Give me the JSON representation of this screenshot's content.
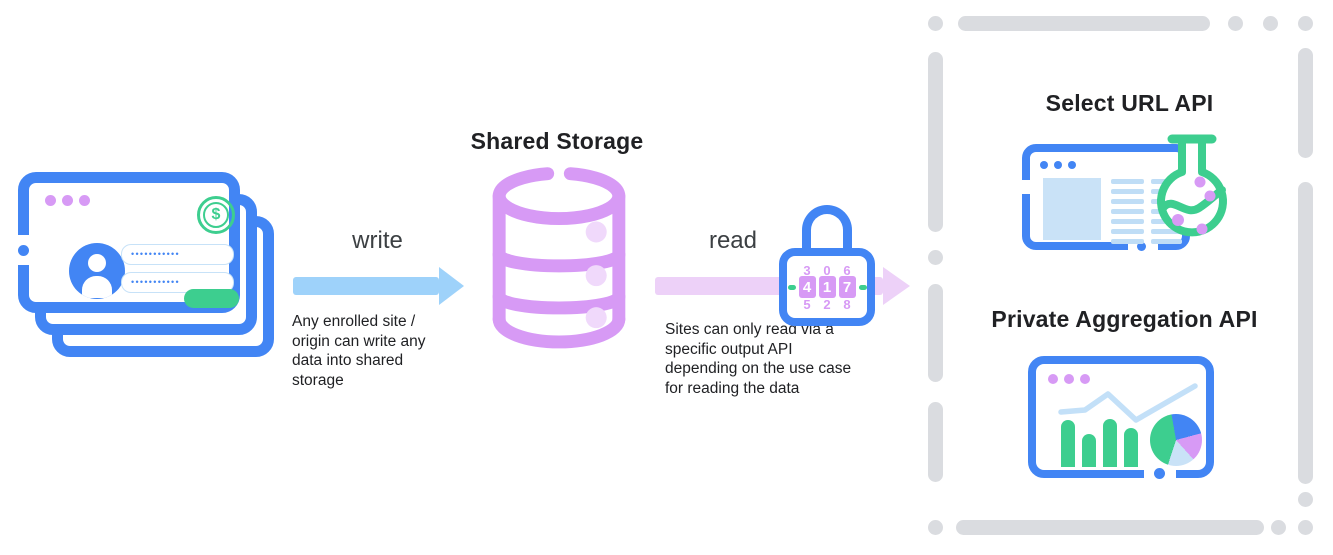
{
  "colors": {
    "blue": "#4285F4",
    "write_arrow_blue": "#9ED2FA",
    "pale_blue_fill": "#C9E2F7",
    "pale_blue_line": "#BFDDF6",
    "chart_line_blue": "#C3E0F8",
    "purple": "#D79AF5",
    "pale_purple_dot": "#F0D9FB",
    "read_arrow_pink": "#EDD1F8",
    "green": "#3DCE8F",
    "dash_gray": "#DADCE0",
    "text_dark": "#202124",
    "text_label": "#3C4043"
  },
  "enrolled_sites": {
    "password_dots": "•••••••••••",
    "dollar_symbol": "$"
  },
  "write_flow": {
    "label": "write",
    "caption_lines": [
      "Any enrolled site /",
      "origin can write any",
      "data into shared",
      "storage"
    ]
  },
  "shared_storage": {
    "title": "Shared Storage"
  },
  "read_flow": {
    "label": "read",
    "lock_code": [
      "4",
      "1",
      "7"
    ],
    "caption_lines": [
      "Sites can only read via a",
      "specific output API",
      "depending on the use case",
      "for reading the data"
    ]
  },
  "output_apis": {
    "select_url_title": "Select URL API",
    "private_aggregation_title": "Private Aggregation API"
  }
}
